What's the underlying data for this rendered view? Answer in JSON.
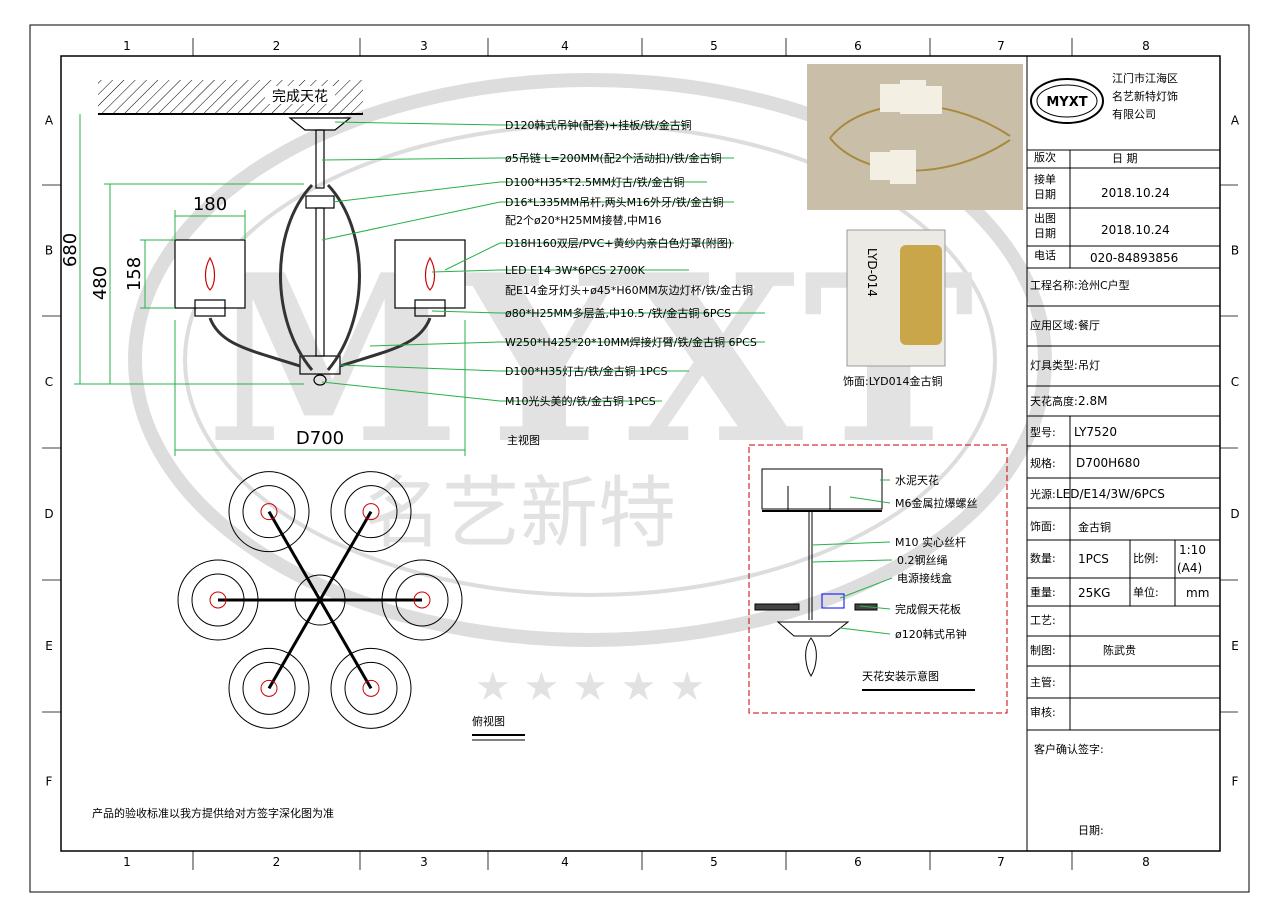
{
  "grid": {
    "columns": [
      "1",
      "2",
      "3",
      "4",
      "5",
      "6",
      "7",
      "8"
    ],
    "rows": [
      "A",
      "B",
      "C",
      "D",
      "E",
      "F"
    ]
  },
  "watermark": {
    "brand": "MYXT",
    "chinese": "名艺新特"
  },
  "front_view": {
    "ceiling_label": "完成天花",
    "title": "主视图",
    "dim_width": "D700",
    "dim_total_height": "680",
    "dim_body_height": "480",
    "dim_shade_height": "158",
    "dim_arm_span": "180"
  },
  "callouts": [
    "D120韩式吊钟(配套)+挂板/铁/金古铜",
    "ø5吊链 L=200MM(配2个活动扣)/铁/金古铜",
    "D100*H35*T2.5MM灯古/铁/金古铜",
    "D16*L335MM吊杆,两头M16外牙/铁/金古铜",
    "配2个ø20*H25MM接替,中M16",
    "D18H160双层/PVC+黄纱内亲白色灯罩(附图)",
    "LED E14 3W*6PCS 2700K",
    "配E14金牙灯头+ø45*H60MM灰边灯杯/铁/金古铜",
    "ø80*H25MM多层盖,中10.5 /铁/金古铜 6PCS",
    "W250*H425*20*10MM焊接灯臂/铁/金古铜 6PCS",
    "D100*H35灯古/铁/金古铜 1PCS",
    "M10光头美的/铁/金古铜 1PCS"
  ],
  "top_view": {
    "title": "俯视图"
  },
  "install": {
    "title": "天花安装示意图",
    "labels": [
      "水泥天花",
      "M6金属拉爆螺丝",
      "M10 实心丝杆",
      "0.2钢丝绳",
      "电源接线盒",
      "完成假天花板",
      "ø120韩式吊钟"
    ]
  },
  "finish_swatch": {
    "label": "饰面:LYD014金古铜",
    "swatch_text": "LYD-014"
  },
  "note": "产品的验收标准以我方提供给对方签字深化图为准",
  "title_block": {
    "company_lines": [
      "江门市江海区",
      "名艺新特灯饰",
      "有限公司"
    ],
    "logo_text": "MYXT",
    "version_label": "版次",
    "date_label": "日 期",
    "received_label": "接单日期",
    "received_date": "2018.10.24",
    "issued_label": "出图日期",
    "issued_date": "2018.10.24",
    "phone_label": "电话",
    "phone": "020-84893856",
    "project_label": "工程名称:",
    "project": "沧州C户型",
    "area_label": "应用区域:",
    "area": "餐厅",
    "type_label": "灯具类型:",
    "type": "吊灯",
    "ceiling_label": "天花高度:",
    "ceiling": "2.8M",
    "model_label": "型号:",
    "model": "LY7520",
    "spec_label": "规格:",
    "spec": "D700H680",
    "light_label": "光源:",
    "light": "LED/E14/3W/6PCS",
    "finish_label": "饰面:",
    "finish": "金古铜",
    "qty_label": "数量:",
    "qty": "1PCS",
    "scale_label": "比例:",
    "scale": "1:10",
    "scale2": "(A4)",
    "weight_label": "重量:",
    "weight": "25KG",
    "unit_label": "单位:",
    "unit": "mm",
    "craft_label": "工艺:",
    "drafter_label": "制图:",
    "drafter": "陈武贵",
    "supervisor_label": "主管:",
    "reviewer_label": "审核:",
    "customer_label": "客户确认签字:",
    "date2_label": "日期:"
  }
}
